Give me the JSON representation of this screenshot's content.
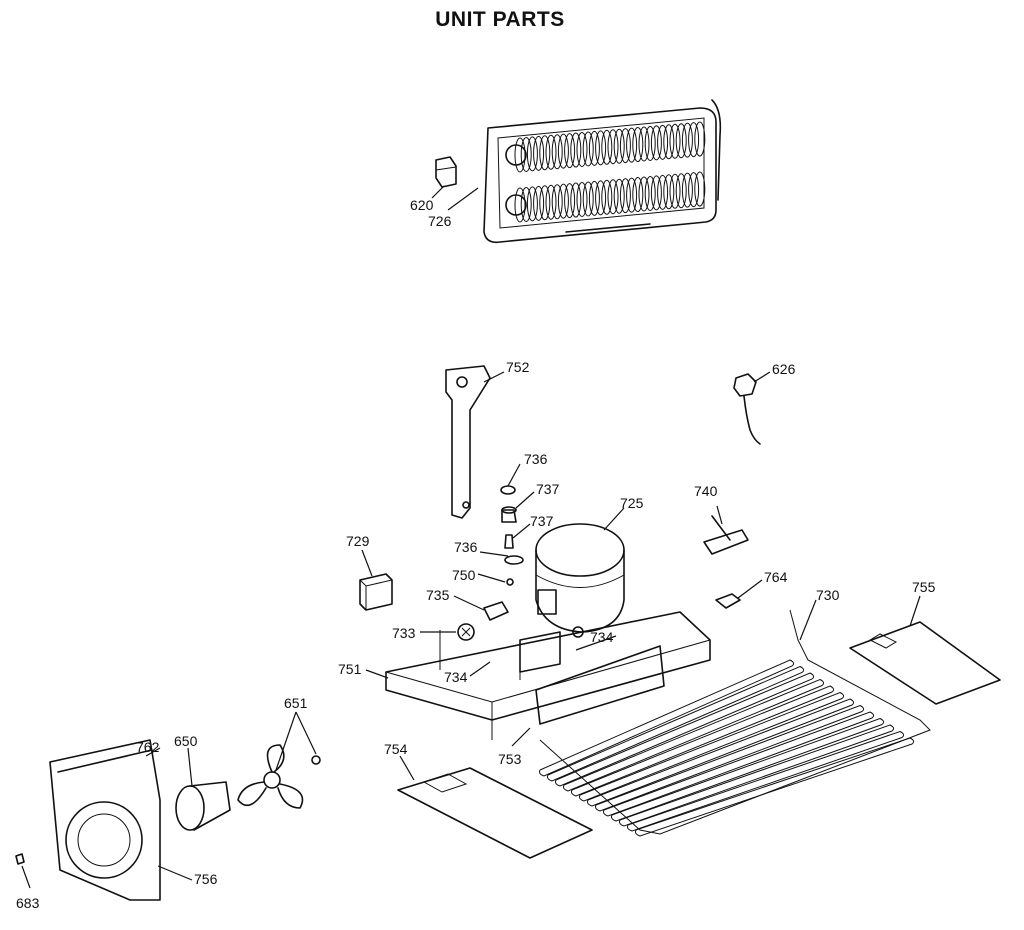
{
  "title": "UNIT PARTS",
  "callouts": {
    "c620": "620",
    "c726": "726",
    "c752": "752",
    "c626": "626",
    "c736a": "736",
    "c737a": "737",
    "c737b": "737",
    "c725": "725",
    "c740": "740",
    "c729": "729",
    "c736b": "736",
    "c750": "750",
    "c764": "764",
    "c730": "730",
    "c755": "755",
    "c735": "735",
    "c733": "733",
    "c734a": "734",
    "c734b": "734",
    "c751": "751",
    "c651": "651",
    "c762": "762",
    "c650": "650",
    "c754": "754",
    "c753": "753",
    "c756": "756",
    "c683": "683"
  }
}
